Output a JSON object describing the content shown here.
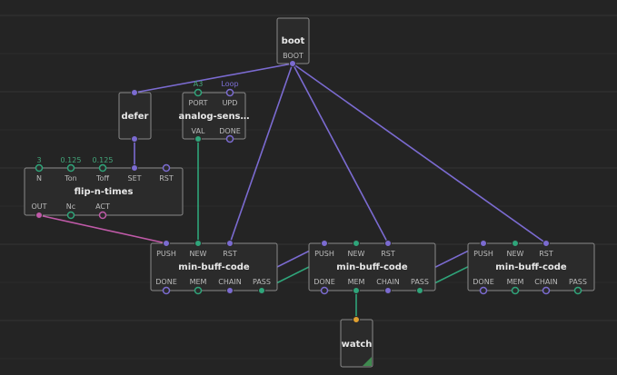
{
  "colors": {
    "background": "#242424",
    "grid": "#2c2c2c",
    "node_fill": "#2b2b2b",
    "node_border": "#8a8a8a",
    "pulse": "#7b6bd1",
    "number": "#2fa57a",
    "string": "#c05aa8",
    "generic": "#e0a030",
    "value_green": "#43a67a",
    "value_purple": "#7d6fd6"
  },
  "nodes": {
    "boot": {
      "title": "boot",
      "pins": {
        "boot": "BOOT"
      }
    },
    "defer": {
      "title": "defer"
    },
    "analog_sensor": {
      "title": "analog-sens…",
      "pins": {
        "port": "PORT",
        "upd": "UPD",
        "val": "VAL",
        "done": "DONE"
      },
      "values": {
        "port": "A3",
        "upd": "Loop"
      }
    },
    "flip_n_times": {
      "title": "flip-n-times",
      "pins": {
        "n": "N",
        "ton": "Ton",
        "toff": "Toff",
        "set": "SET",
        "rst": "RST",
        "out": "OUT",
        "nc": "Nc",
        "act": "ACT"
      },
      "values": {
        "n": "3",
        "ton": "0.125",
        "toff": "0.125"
      }
    },
    "min_buff_1": {
      "title": "min-buff-code",
      "pins": {
        "push": "PUSH",
        "new": "NEW",
        "rst": "RST",
        "done": "DONE",
        "mem": "MEM",
        "chain": "CHAIN",
        "pass": "PASS"
      }
    },
    "min_buff_2": {
      "title": "min-buff-code",
      "pins": {
        "push": "PUSH",
        "new": "NEW",
        "rst": "RST",
        "done": "DONE",
        "mem": "MEM",
        "chain": "CHAIN",
        "pass": "PASS"
      }
    },
    "min_buff_3": {
      "title": "min-buff-code",
      "pins": {
        "push": "PUSH",
        "new": "NEW",
        "rst": "RST",
        "done": "DONE",
        "mem": "MEM",
        "chain": "CHAIN",
        "pass": "PASS"
      }
    },
    "watch": {
      "title": "watch"
    }
  }
}
